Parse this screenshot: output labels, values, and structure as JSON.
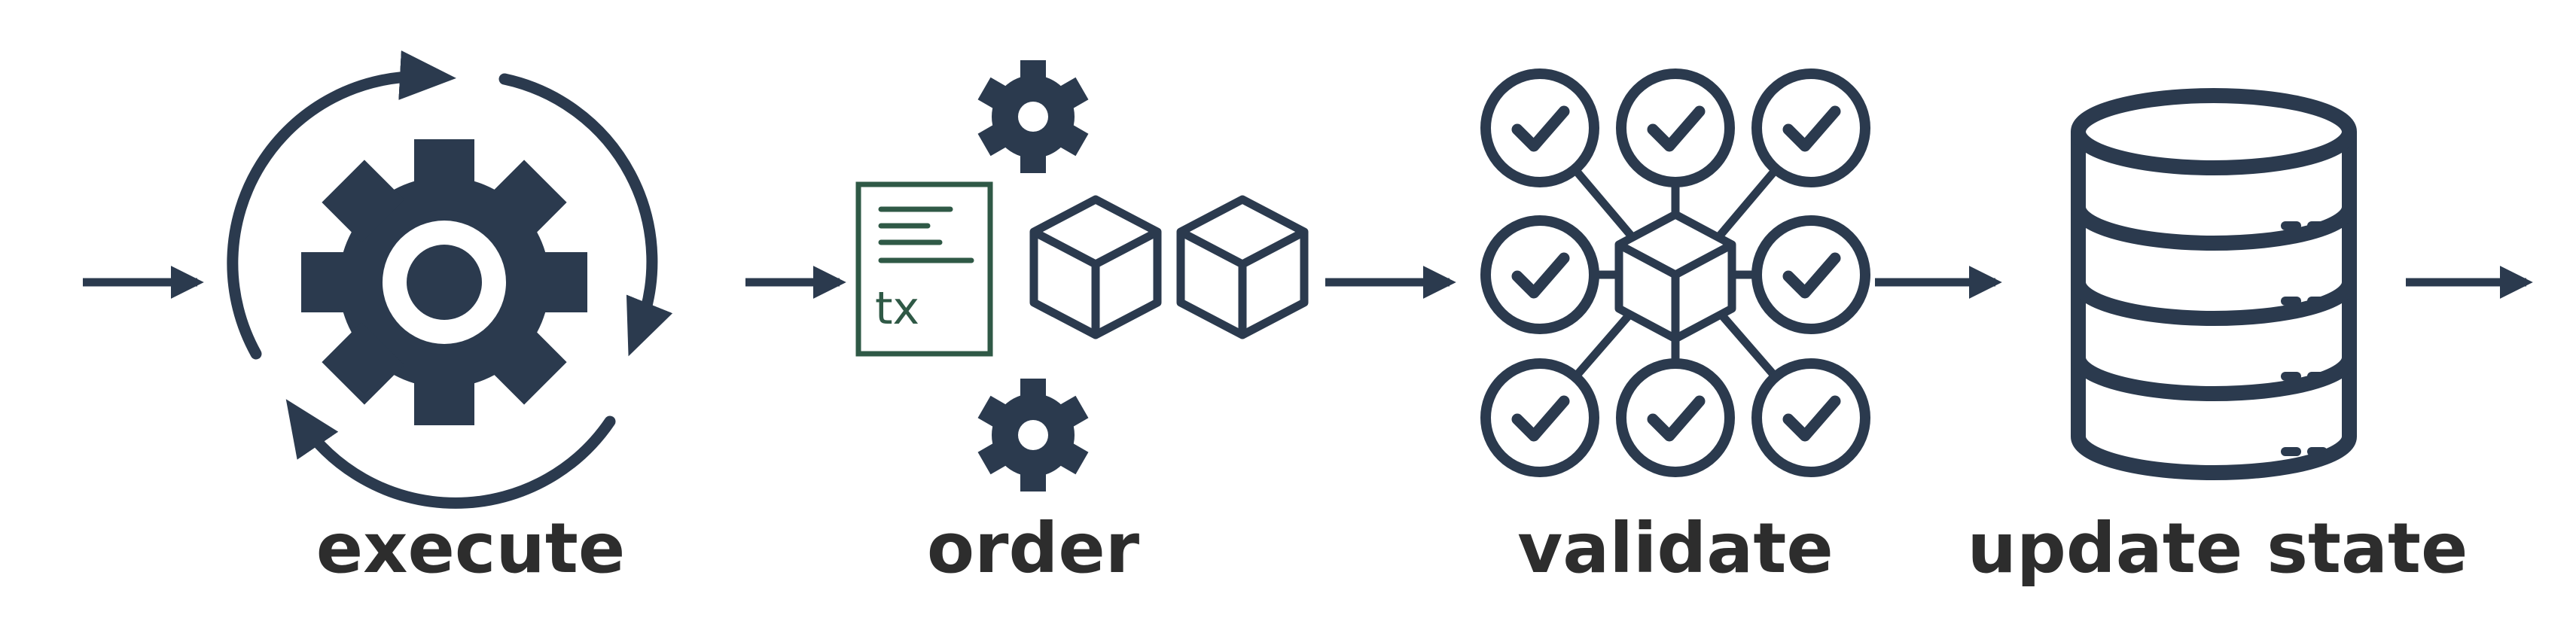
{
  "colors": {
    "icon": "#2b3a4e",
    "document": "#2f5946",
    "label": "#2d2d2d",
    "background": "#ffffff"
  },
  "stages": [
    {
      "label": "execute",
      "icon": "gear-cycle-icon"
    },
    {
      "label": "order",
      "icon": "transaction-blocks-icon"
    },
    {
      "label": "validate",
      "icon": "validation-network-icon"
    },
    {
      "label": "update state",
      "icon": "database-icon"
    }
  ],
  "tx_label": "tx"
}
